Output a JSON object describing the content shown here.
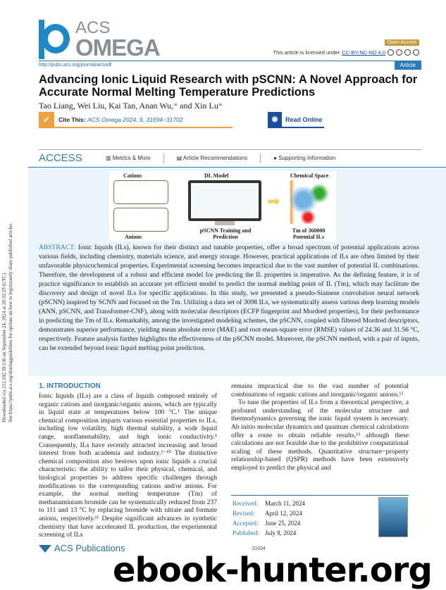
{
  "journal": {
    "logo_line1": "ACS",
    "logo_line2": "OMEGA",
    "open_access": "Open Access",
    "license_prefix": "This article is licensed under",
    "license_link": "CC-BY-NC-ND 4.0",
    "url": "http://pubs.acs.org/journal/acsodf",
    "article_type": "Article"
  },
  "title": "Advancing Ionic Liquid Research with pSCNN: A Novel Approach for Accurate Normal Melting Temperature Predictions",
  "authors": {
    "text": "Tao Liang, Wei Liu, Kai Tan, Anan Wu,",
    "star1": "*",
    "and": " and Xin Lu",
    "star2": "*"
  },
  "cite": {
    "label": "Cite This:",
    "ref": "ACS Omega 2024, 9, 31694−31702"
  },
  "read_online": "Read Online",
  "access": {
    "label": "ACCESS",
    "metrics": "Metrics & More",
    "recommendations": "Article Recommendations",
    "supporting": "Supporting Information"
  },
  "toc": {
    "cations": "Cations",
    "anions": "Anions",
    "dl_model": "DL Model",
    "training": "pSCNN Training and Prediction",
    "chem_space": "Chemical Space",
    "tm_label": "Tm of 360000 Potential ILs"
  },
  "abstract": {
    "label": "ABSTRACT:",
    "text": "Ionic liquids (ILs), known for their distinct and tunable properties, offer a broad spectrum of potential applications across various fields, including chemistry, materials science, and energy storage. However, practical applications of ILs are often limited by their unfavorable physicochemical properties. Experimental screening becomes impractical due to the vast number of potential IL combinations. Therefore, the development of a robust and efficient model for predicting the IL properties is imperative. As the defining feature, it is of practice significance to establish an accurate yet efficient model to predict the normal melting point of IL (Tm), which may facilitate the discovery and design of novel ILs for specific applications. In this study, we presented a pseudo-Siamese convolution neural network (pSCNN) inspired by SCNN and focused on the Tm. Utilizing a data set of 3098 ILs, we systematically assess various deep learning models (ANN, pSCNN, and Transformer-CNF), along with molecular descriptors (ECFP fingerprint and Mordred properties), for their performance in predicting the Tm of ILs. Remarkably, among the investigated modeling schemes, the pSCNN, coupled with filtered Mordred descriptors, demonstrates superior performance, yielding mean absolute error (MAE) and root-mean-square error (RMSE) values of 24.36 and 31.56 °C, respectively. Feature analysis further highlights the effectiveness of the pSCNN model. Moreover, the pSCNN method, with a pair of inputs, can be extended beyond ionic liquid melting point prediction."
  },
  "intro": {
    "heading": "1. INTRODUCTION",
    "left": "Ionic liquids (ILs) are a class of liquids composed entirely of organic cations and inorganic/organic anions, which are typically in liquid state at temperatures below 100 °C.¹ The unique chemical composition imparts various essential properties to ILs, including low volatility, high thermal stability, a wide liquid range, nonflammability, and high ionic conductivity.¹ Consequently, ILs have recently attracted increasing and broad interest from both academia and industry.²⁻¹⁰ The distinctive chemical composition also bestows upon ionic liquids a crucial characteristic: the ability to tailor their physical, chemical, and biological properties to address specific challenges through modifications to the corresponding cations and/or anions. For example, the normal melting temperature (Tm) of methanaminium bromide can be systematically reduced from 237 to 111 and 13 °C by replacing bromide with nitrate and formate anions, respectively.¹¹ Despite significant advances in synthetic chemistry that have accelerated IL production, the experimental screening of ILs",
    "right1": "remains impractical due to the vast number of potential combinations of organic cations and inorganic/organic anions.¹²",
    "right2": "To tune the properties of ILs from a theoretical perspective, a profound understanding of the molecular structure and thermodynamics governing the ionic liquid system is necessary. Ab initio molecular dynamics and quantum chemical calculations offer a route to obtain reliable results,¹³ although these calculations are not feasible due to the prohibitive computational scaling of these methods. Quantitative structure−property relationship-based (QSPR) methods have been extensively employed to predict the physical and"
  },
  "dates": [
    {
      "label": "Received:",
      "value": "March 11, 2024"
    },
    {
      "label": "Revised:",
      "value": "April 12, 2024"
    },
    {
      "label": "Accepted:",
      "value": "June 25, 2024"
    },
    {
      "label": "Published:",
      "value": "July 8, 2024"
    }
  ],
  "side_note": {
    "line1": "Downloaded via 212.102.39.136 on September 24, 2024 at 20:32:29 (UTC).",
    "line2": "See https://pubs.acs.org/sharingguidelines for options on how to legitimately share published articles."
  },
  "footer": {
    "publisher": "ACS Publications",
    "page": "31694"
  },
  "watermark": "ebook-hunter.org",
  "colors": {
    "accent": "#2a7bbf",
    "cite": "#f0a040",
    "abstract_bg": "#eaf4fc"
  }
}
